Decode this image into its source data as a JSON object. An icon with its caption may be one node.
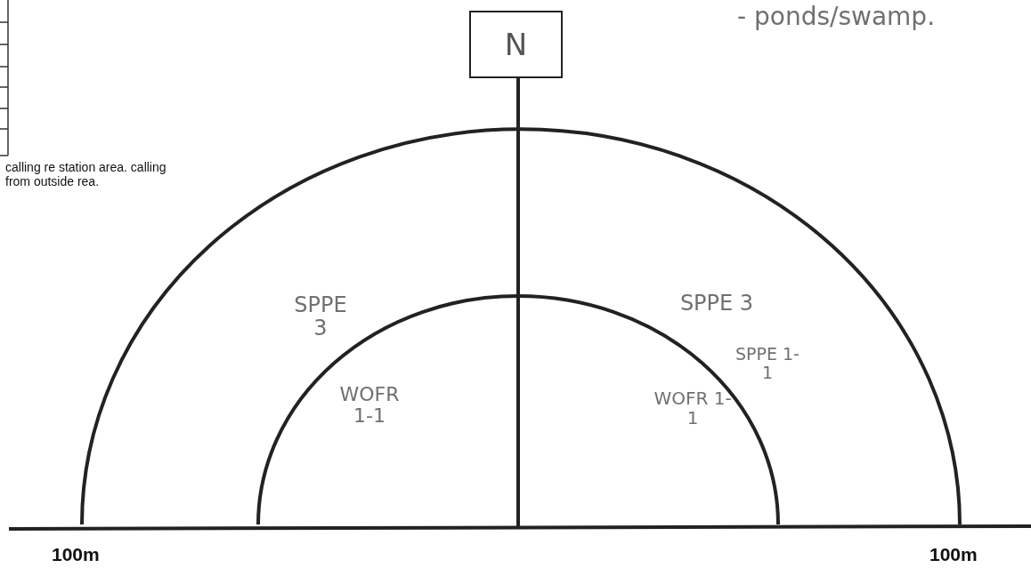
{
  "diagram": {
    "nodes": [
      {
        "text": [
          "N"
        ]
      }
    ],
    "edges": [],
    "labels": [
      "- ponds/swamp.",
      "calling re station area. calling from outside rea.",
      "SPPE 3",
      "SPPE 3",
      "SPPE 1-1",
      "WOFR 1-1",
      "WOFR 1-1",
      "100m",
      "100m"
    ]
  }
}
